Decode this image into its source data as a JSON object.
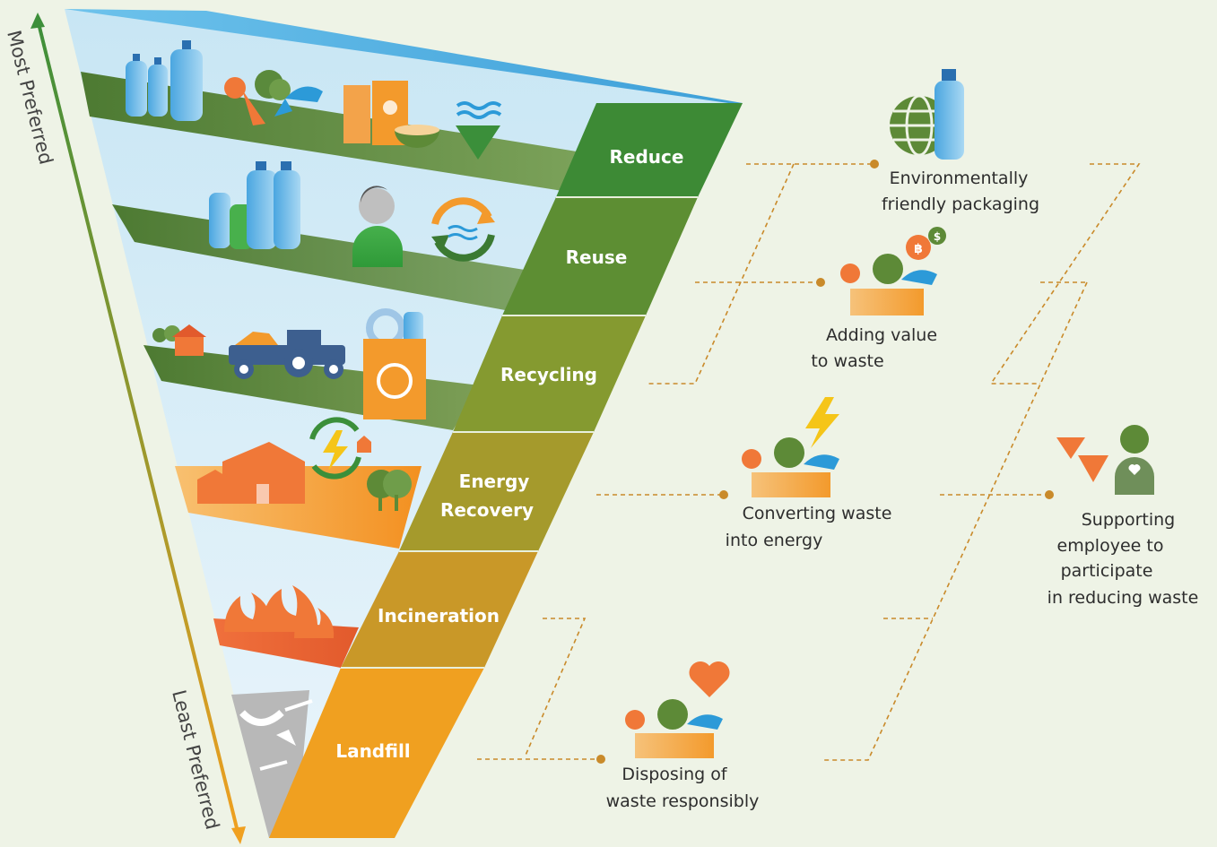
{
  "axis": {
    "top_label": "Most Preferred",
    "bottom_label": "Least Preferred"
  },
  "tiers": [
    {
      "label": "Reduce"
    },
    {
      "label": "Reuse"
    },
    {
      "label": "Recycling"
    },
    {
      "label_line1": "Energy",
      "label_line2": "Recovery"
    },
    {
      "label": "Incineration"
    },
    {
      "label": "Landfill"
    }
  ],
  "actions": {
    "packaging": {
      "line1": "Environmentally",
      "line2": "friendly packaging",
      "icon": "globe-bottle-icon"
    },
    "value": {
      "line1": "Adding value",
      "line2": "to waste",
      "icon": "food-crate-money-icon"
    },
    "energy": {
      "line1": "Converting waste",
      "line2": "into energy",
      "icon": "food-crate-lightning-icon"
    },
    "employee": {
      "line1": "Supporting",
      "line2": "employee to",
      "line3": "participate",
      "line4": "in reducing waste",
      "icon": "person-heart-icon"
    },
    "dispose": {
      "line1": "Disposing of",
      "line2": "waste responsibly",
      "icon": "food-crate-heart-icon"
    }
  },
  "colors": {
    "background": "#eef3e6",
    "reduce": "#3d8a35",
    "landfill": "#f0a020",
    "connector": "#c98a2a"
  }
}
